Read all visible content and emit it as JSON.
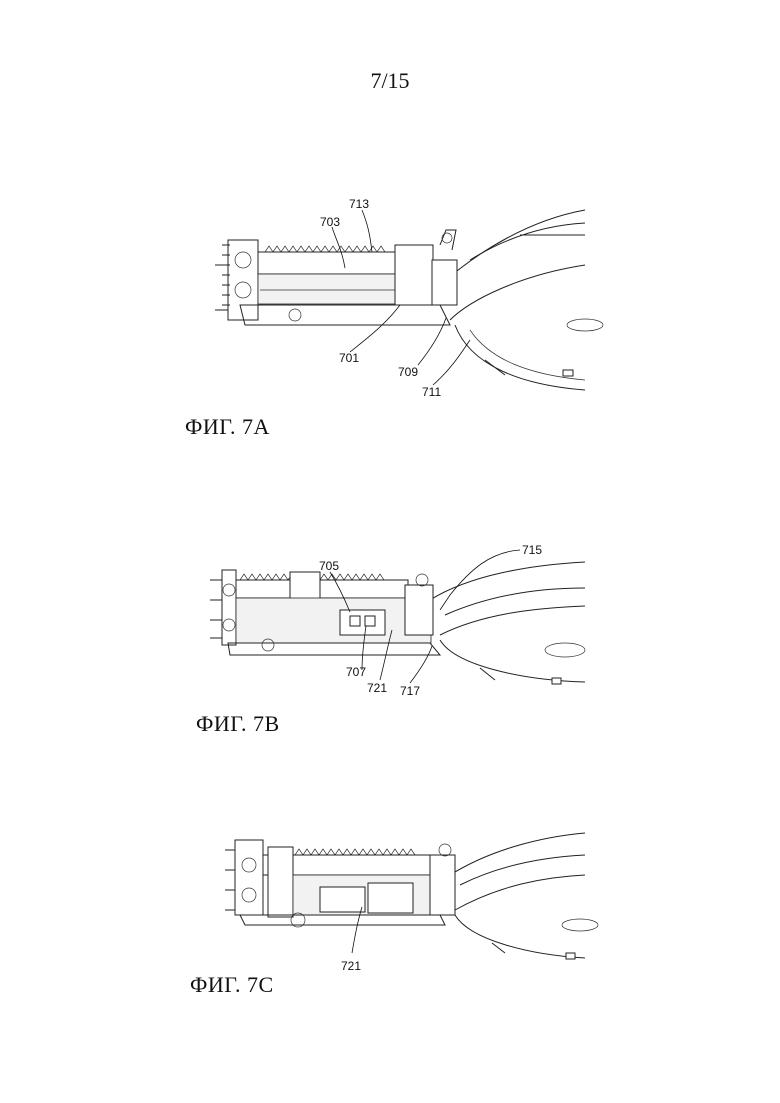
{
  "page": {
    "number": "7/15"
  },
  "figures": [
    {
      "id": "7A",
      "caption": "ФИГ. 7A",
      "labels": [
        "713",
        "703",
        "701",
        "709",
        "711"
      ]
    },
    {
      "id": "7B",
      "caption": "ФИГ. 7B",
      "labels": [
        "705",
        "715",
        "707",
        "721",
        "717"
      ]
    },
    {
      "id": "7C",
      "caption": "ФИГ. 7C",
      "labels": [
        "721"
      ]
    }
  ]
}
